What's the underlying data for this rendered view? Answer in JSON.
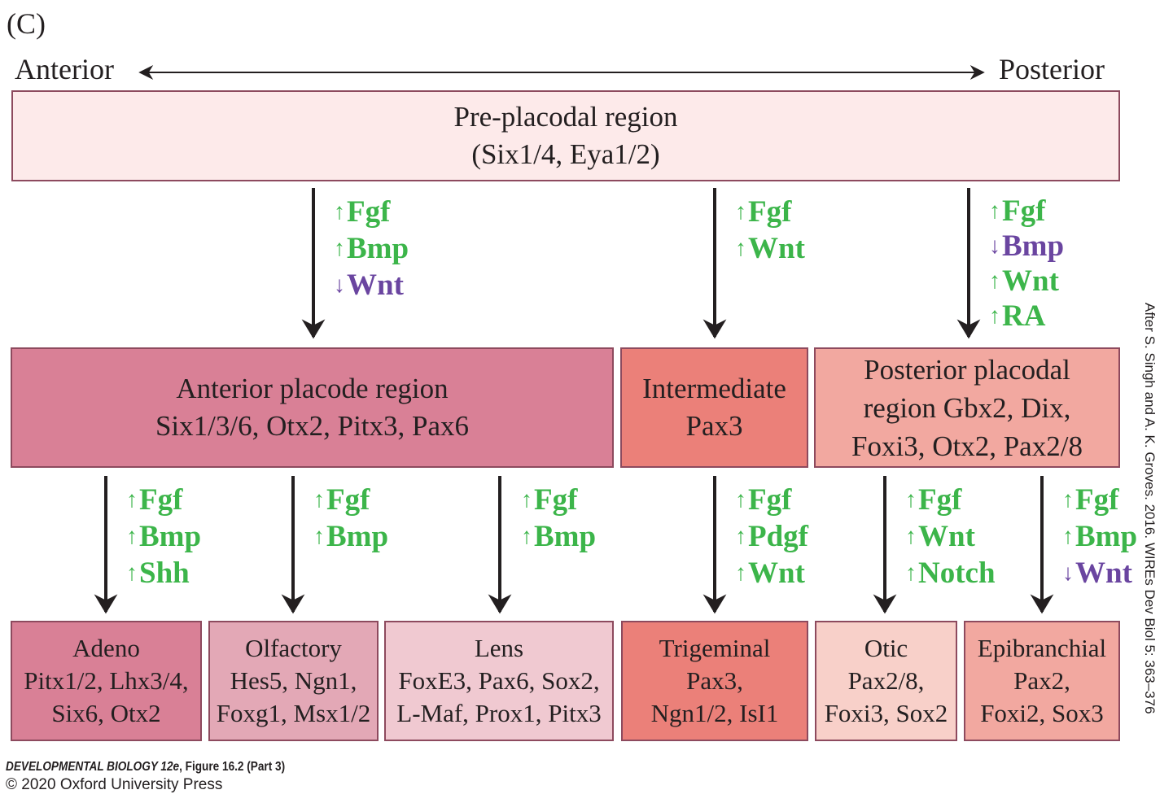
{
  "panel_label": "(C)",
  "axis": {
    "left": "Anterior",
    "right": "Posterior"
  },
  "colors": {
    "up": "#3cb54a",
    "down": "#6a45a0",
    "arrow": "#231f20",
    "border": "#8d4a5e"
  },
  "boxes": {
    "preplacodal": {
      "title": "Pre-placodal region",
      "genes": "(Six1/4, Eya1/2)",
      "color": "#fdeaea"
    },
    "anterior": {
      "title": "Anterior placode region",
      "genes": "Six1/3/6, Otx2, Pitx3, Pax6",
      "color": "#d98096"
    },
    "intermediate": {
      "title": "Intermediate",
      "genes": "Pax3",
      "color": "#eb8079"
    },
    "posterior": {
      "line1": "Posterior placodal",
      "line2": "region Gbx2, Dix,",
      "line3": "Foxi3, Otx2, Pax2/8",
      "color": "#f2a8a0"
    },
    "adeno": {
      "title": "Adeno",
      "line1": "Pitx1/2, Lhx3/4,",
      "line2": "Six6, Otx2",
      "color": "#d98096"
    },
    "olfactory": {
      "title": "Olfactory",
      "line1": "Hes5, Ngn1,",
      "line2": "Foxg1, Msx1/2",
      "color": "#e3a8b6"
    },
    "lens": {
      "title": "Lens",
      "line1": "FoxE3, Pax6, Sox2,",
      "line2": "L-Maf, Prox1, Pitx3",
      "color": "#f0c9d1"
    },
    "trigeminal": {
      "title": "Trigeminal",
      "line1": "Pax3,",
      "line2": "Ngn1/2, IsI1",
      "color": "#eb8079"
    },
    "otic": {
      "title": "Otic",
      "line1": "Pax2/8,",
      "line2": "Foxi3, Sox2",
      "color": "#f8d0c9"
    },
    "epibranchial": {
      "title": "Epibranchial",
      "line1": "Pax2,",
      "line2": "Foxi2, Sox3",
      "color": "#f2a8a0"
    }
  },
  "signals": {
    "to_anterior": [
      {
        "dir": "up",
        "name": "Fgf"
      },
      {
        "dir": "up",
        "name": "Bmp"
      },
      {
        "dir": "down",
        "name": "Wnt"
      }
    ],
    "to_intermediate": [
      {
        "dir": "up",
        "name": "Fgf"
      },
      {
        "dir": "up",
        "name": "Wnt"
      }
    ],
    "to_posterior": [
      {
        "dir": "up",
        "name": "Fgf"
      },
      {
        "dir": "down",
        "name": "Bmp"
      },
      {
        "dir": "up",
        "name": "Wnt"
      },
      {
        "dir": "up",
        "name": "RA"
      }
    ],
    "to_adeno": [
      {
        "dir": "up",
        "name": "Fgf"
      },
      {
        "dir": "up",
        "name": "Bmp"
      },
      {
        "dir": "up",
        "name": "Shh"
      }
    ],
    "to_olfactory": [
      {
        "dir": "up",
        "name": "Fgf"
      },
      {
        "dir": "up",
        "name": "Bmp"
      }
    ],
    "to_lens": [
      {
        "dir": "up",
        "name": "Fgf"
      },
      {
        "dir": "up",
        "name": "Bmp"
      }
    ],
    "to_trigeminal": [
      {
        "dir": "up",
        "name": "Fgf"
      },
      {
        "dir": "up",
        "name": "Pdgf"
      },
      {
        "dir": "up",
        "name": "Wnt"
      }
    ],
    "to_otic": [
      {
        "dir": "up",
        "name": "Fgf"
      },
      {
        "dir": "up",
        "name": "Wnt"
      },
      {
        "dir": "up",
        "name": "Notch"
      }
    ],
    "to_epibranchial": [
      {
        "dir": "up",
        "name": "Fgf"
      },
      {
        "dir": "up",
        "name": "Bmp"
      },
      {
        "dir": "down",
        "name": "Wnt"
      }
    ]
  },
  "attribution": "After S. Singh and A. K. Groves. 2016. WIREs Dev Biol 5: 363–376",
  "footer": {
    "book": "DEVELOPMENTAL BIOLOGY 12e",
    "figure": ", Figure 16.2 (Part 3)",
    "copyright": "© 2020 Oxford University Press"
  }
}
